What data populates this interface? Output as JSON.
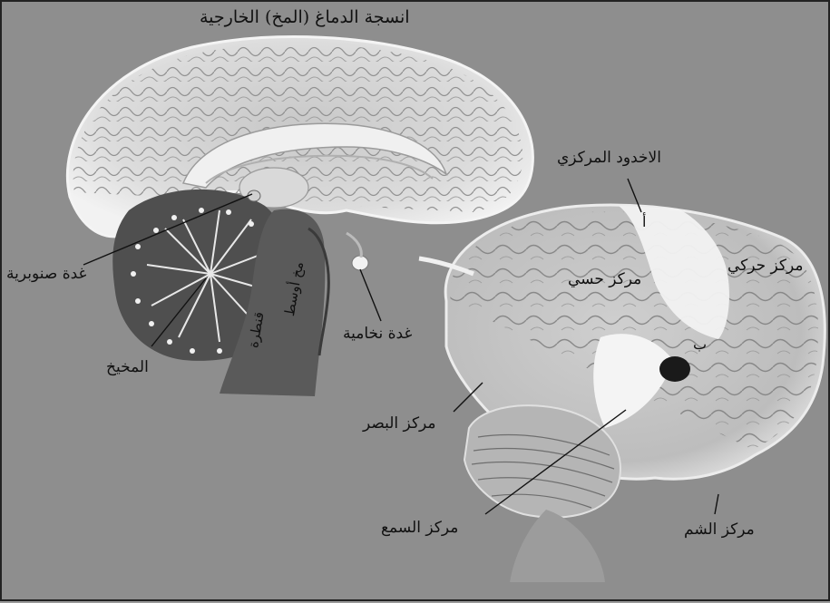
{
  "labels": {
    "cortex": "انسجة الدماغ (المخ) الخارجية",
    "central_sulcus": "الاخدود المركزي",
    "letter_a": "أ",
    "motor_center": "مركز حركي",
    "sensory_center": "مركز حسي",
    "letter_b": "ب",
    "pineal_gland": "غدة صنوبرية",
    "pituitary_gland": "غدة نخامية",
    "cerebellum": "المخيخ",
    "brainstem": "قنطرة",
    "midbrain": "مخ أوسط",
    "visual_center": "مركز البصر",
    "auditory_center": "مركز السمع",
    "smell_center": "مركز الشم"
  },
  "colors": {
    "background": "#8e8e8e",
    "brain_light": "#e6e6e6",
    "brain_mid": "#bdbdbd",
    "dark_region": "#4a4a4a",
    "text": "#111111"
  }
}
